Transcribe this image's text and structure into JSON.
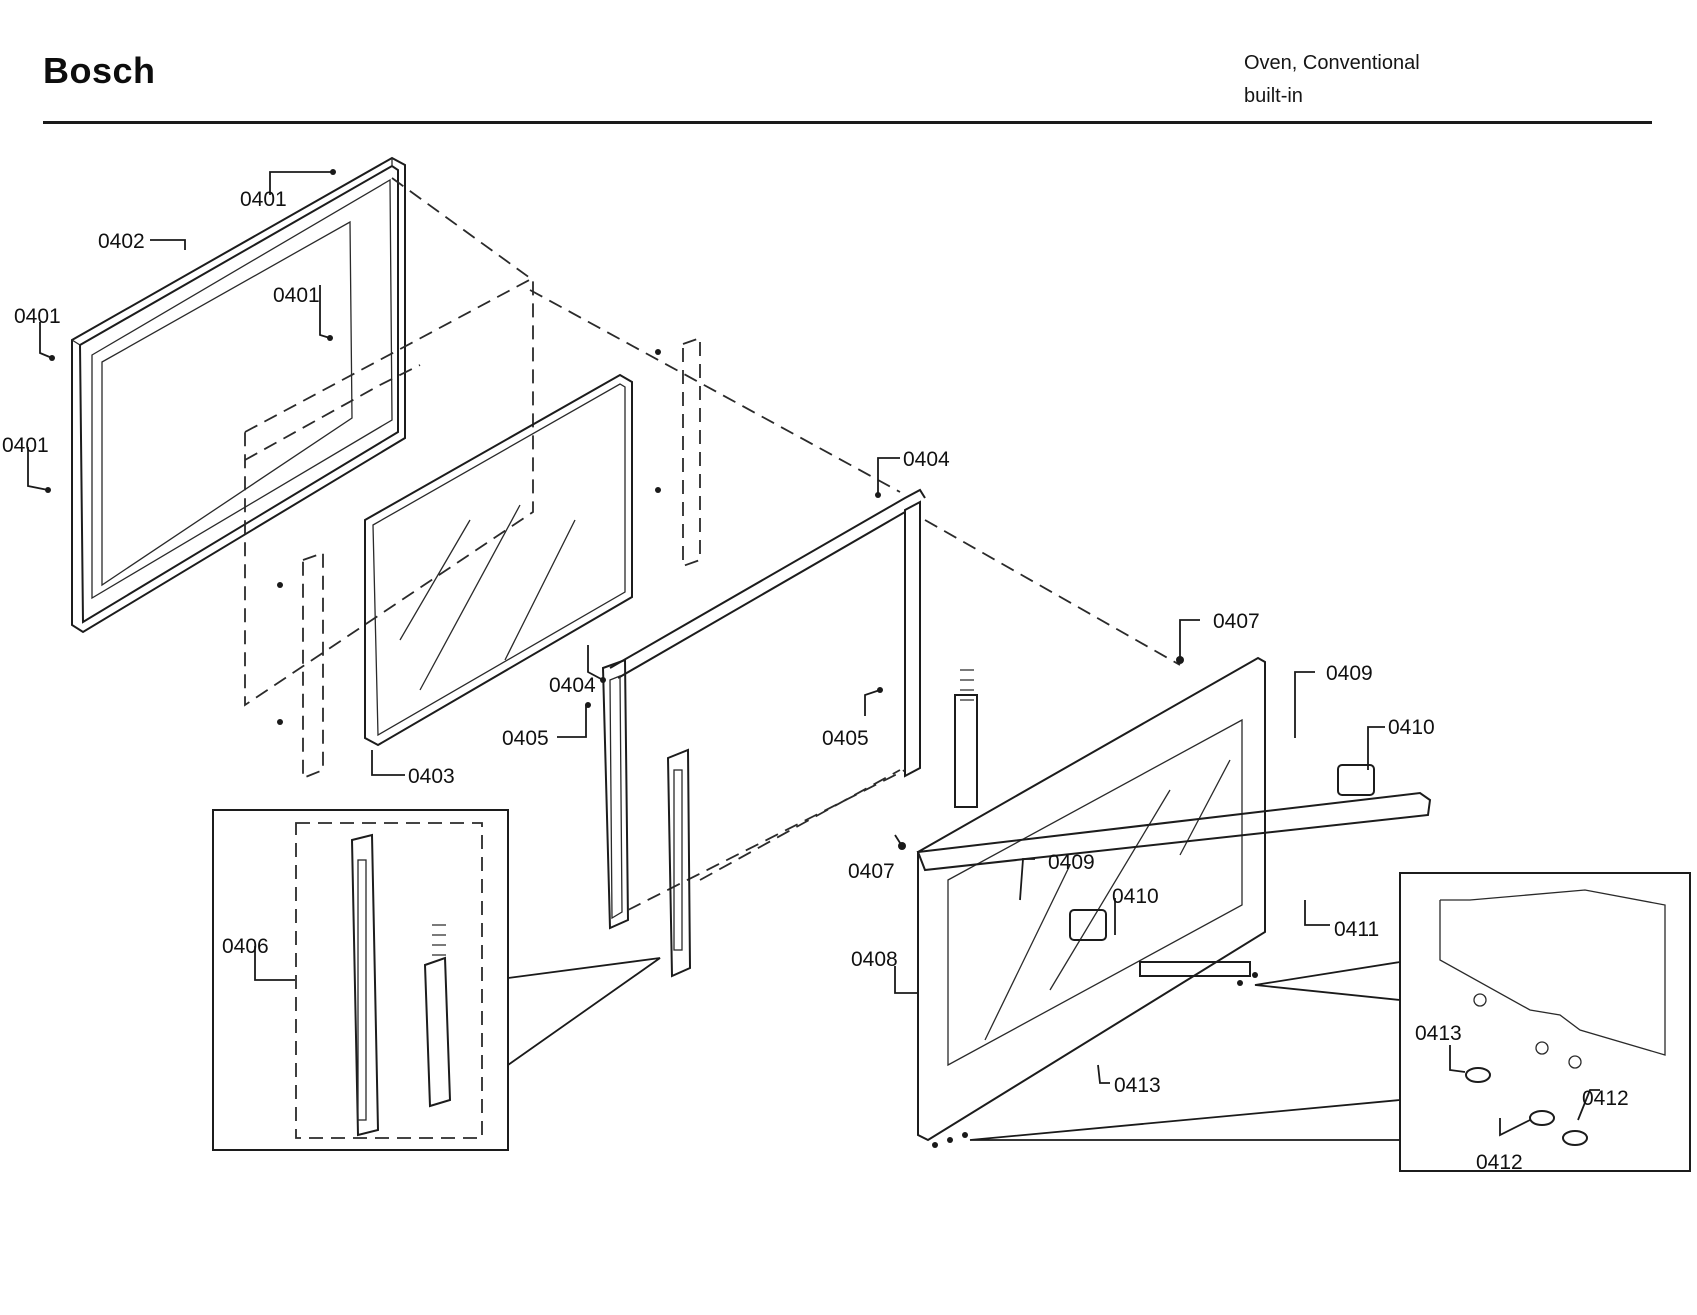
{
  "header": {
    "brand": "Bosch",
    "product_line1": "Oven, Conventional",
    "product_line2": "built-in"
  },
  "callouts": {
    "c0401a": "0401",
    "c0401b": "0401",
    "c0401c": "0401",
    "c0401d": "0401",
    "c0402": "0402",
    "c0403": "0403",
    "c0404a": "0404",
    "c0404b": "0404",
    "c0405a": "0405",
    "c0405b": "0405",
    "c0406": "0406",
    "c0407a": "0407",
    "c0407b": "0407",
    "c0408": "0408",
    "c0409a": "0409",
    "c0409b": "0409",
    "c0410a": "0410",
    "c0410b": "0410",
    "c0411": "0411",
    "c0412a": "0412",
    "c0412b": "0412",
    "c0413a": "0413",
    "c0413b": "0413"
  }
}
